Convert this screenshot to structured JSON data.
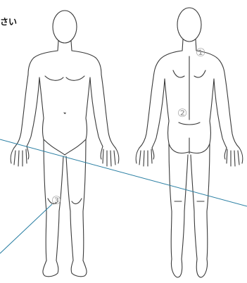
{
  "caption": "さい",
  "markers": [
    {
      "id": "1",
      "symbol": "①"
    },
    {
      "id": "2",
      "symbol": "②"
    },
    {
      "id": "3",
      "symbol": "③"
    }
  ],
  "colors": {
    "outline": "#3a3a3a",
    "marker": "#9a9a9a",
    "leader_line": "#2a7fa3"
  }
}
